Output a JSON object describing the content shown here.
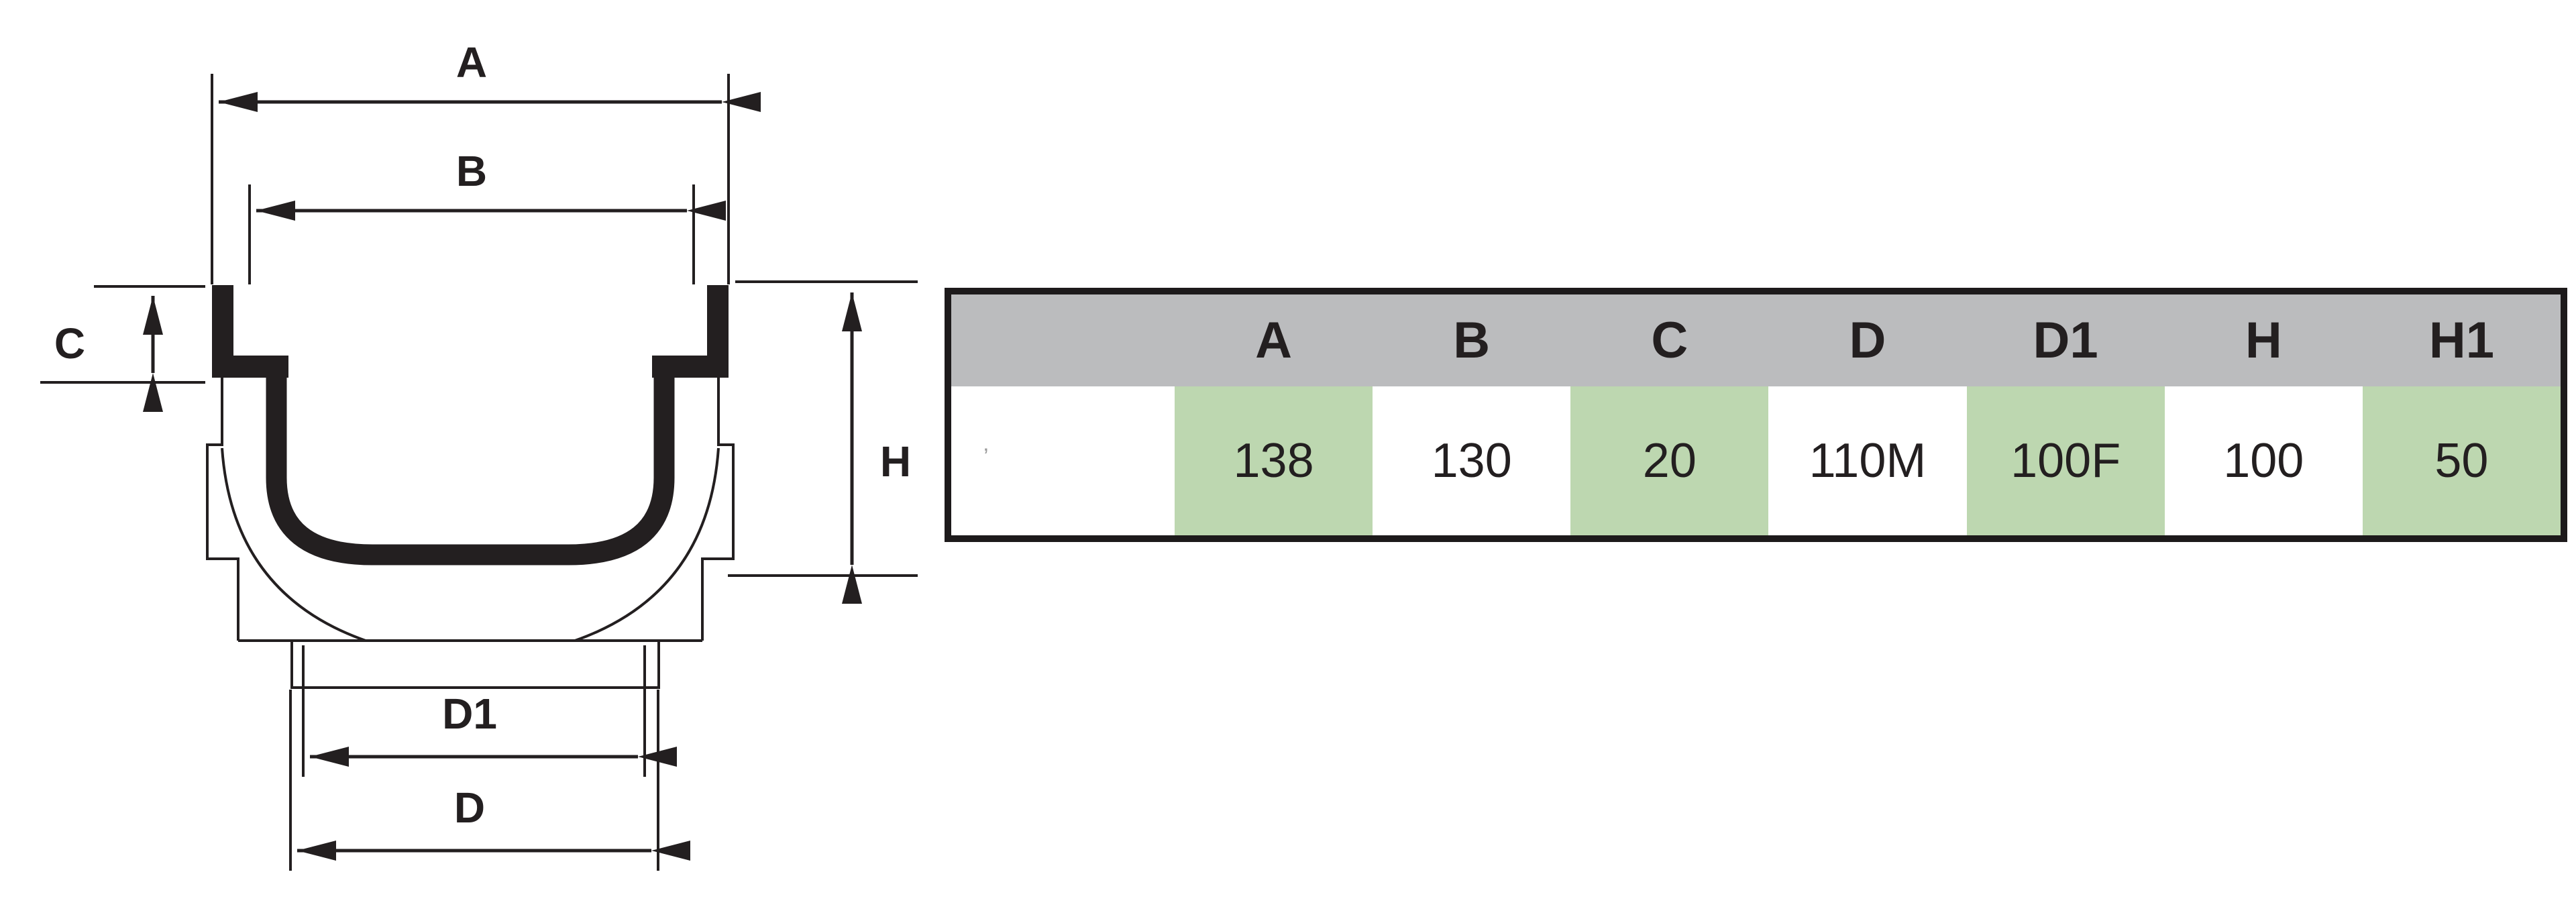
{
  "diagram": {
    "dimension_labels": {
      "a": "A",
      "b": "B",
      "c": "C",
      "h": "H",
      "d1": "D1",
      "d": "D"
    }
  },
  "table": {
    "headers": [
      "",
      "A",
      "B",
      "C",
      "D",
      "D1",
      "H",
      "H1"
    ],
    "values": [
      "",
      "138",
      "130",
      "20",
      "110M",
      "100F",
      "100",
      "50"
    ],
    "highlighted_columns": [
      false,
      true,
      false,
      true,
      false,
      true,
      false,
      true
    ],
    "stray_mark": "’"
  },
  "colors": {
    "ink": "#231f20",
    "table_border": "#1d1a1b",
    "header_bg": "#bbbcbe",
    "highlight_green": "#bdd7b0",
    "row_bg": "#ffffff"
  }
}
